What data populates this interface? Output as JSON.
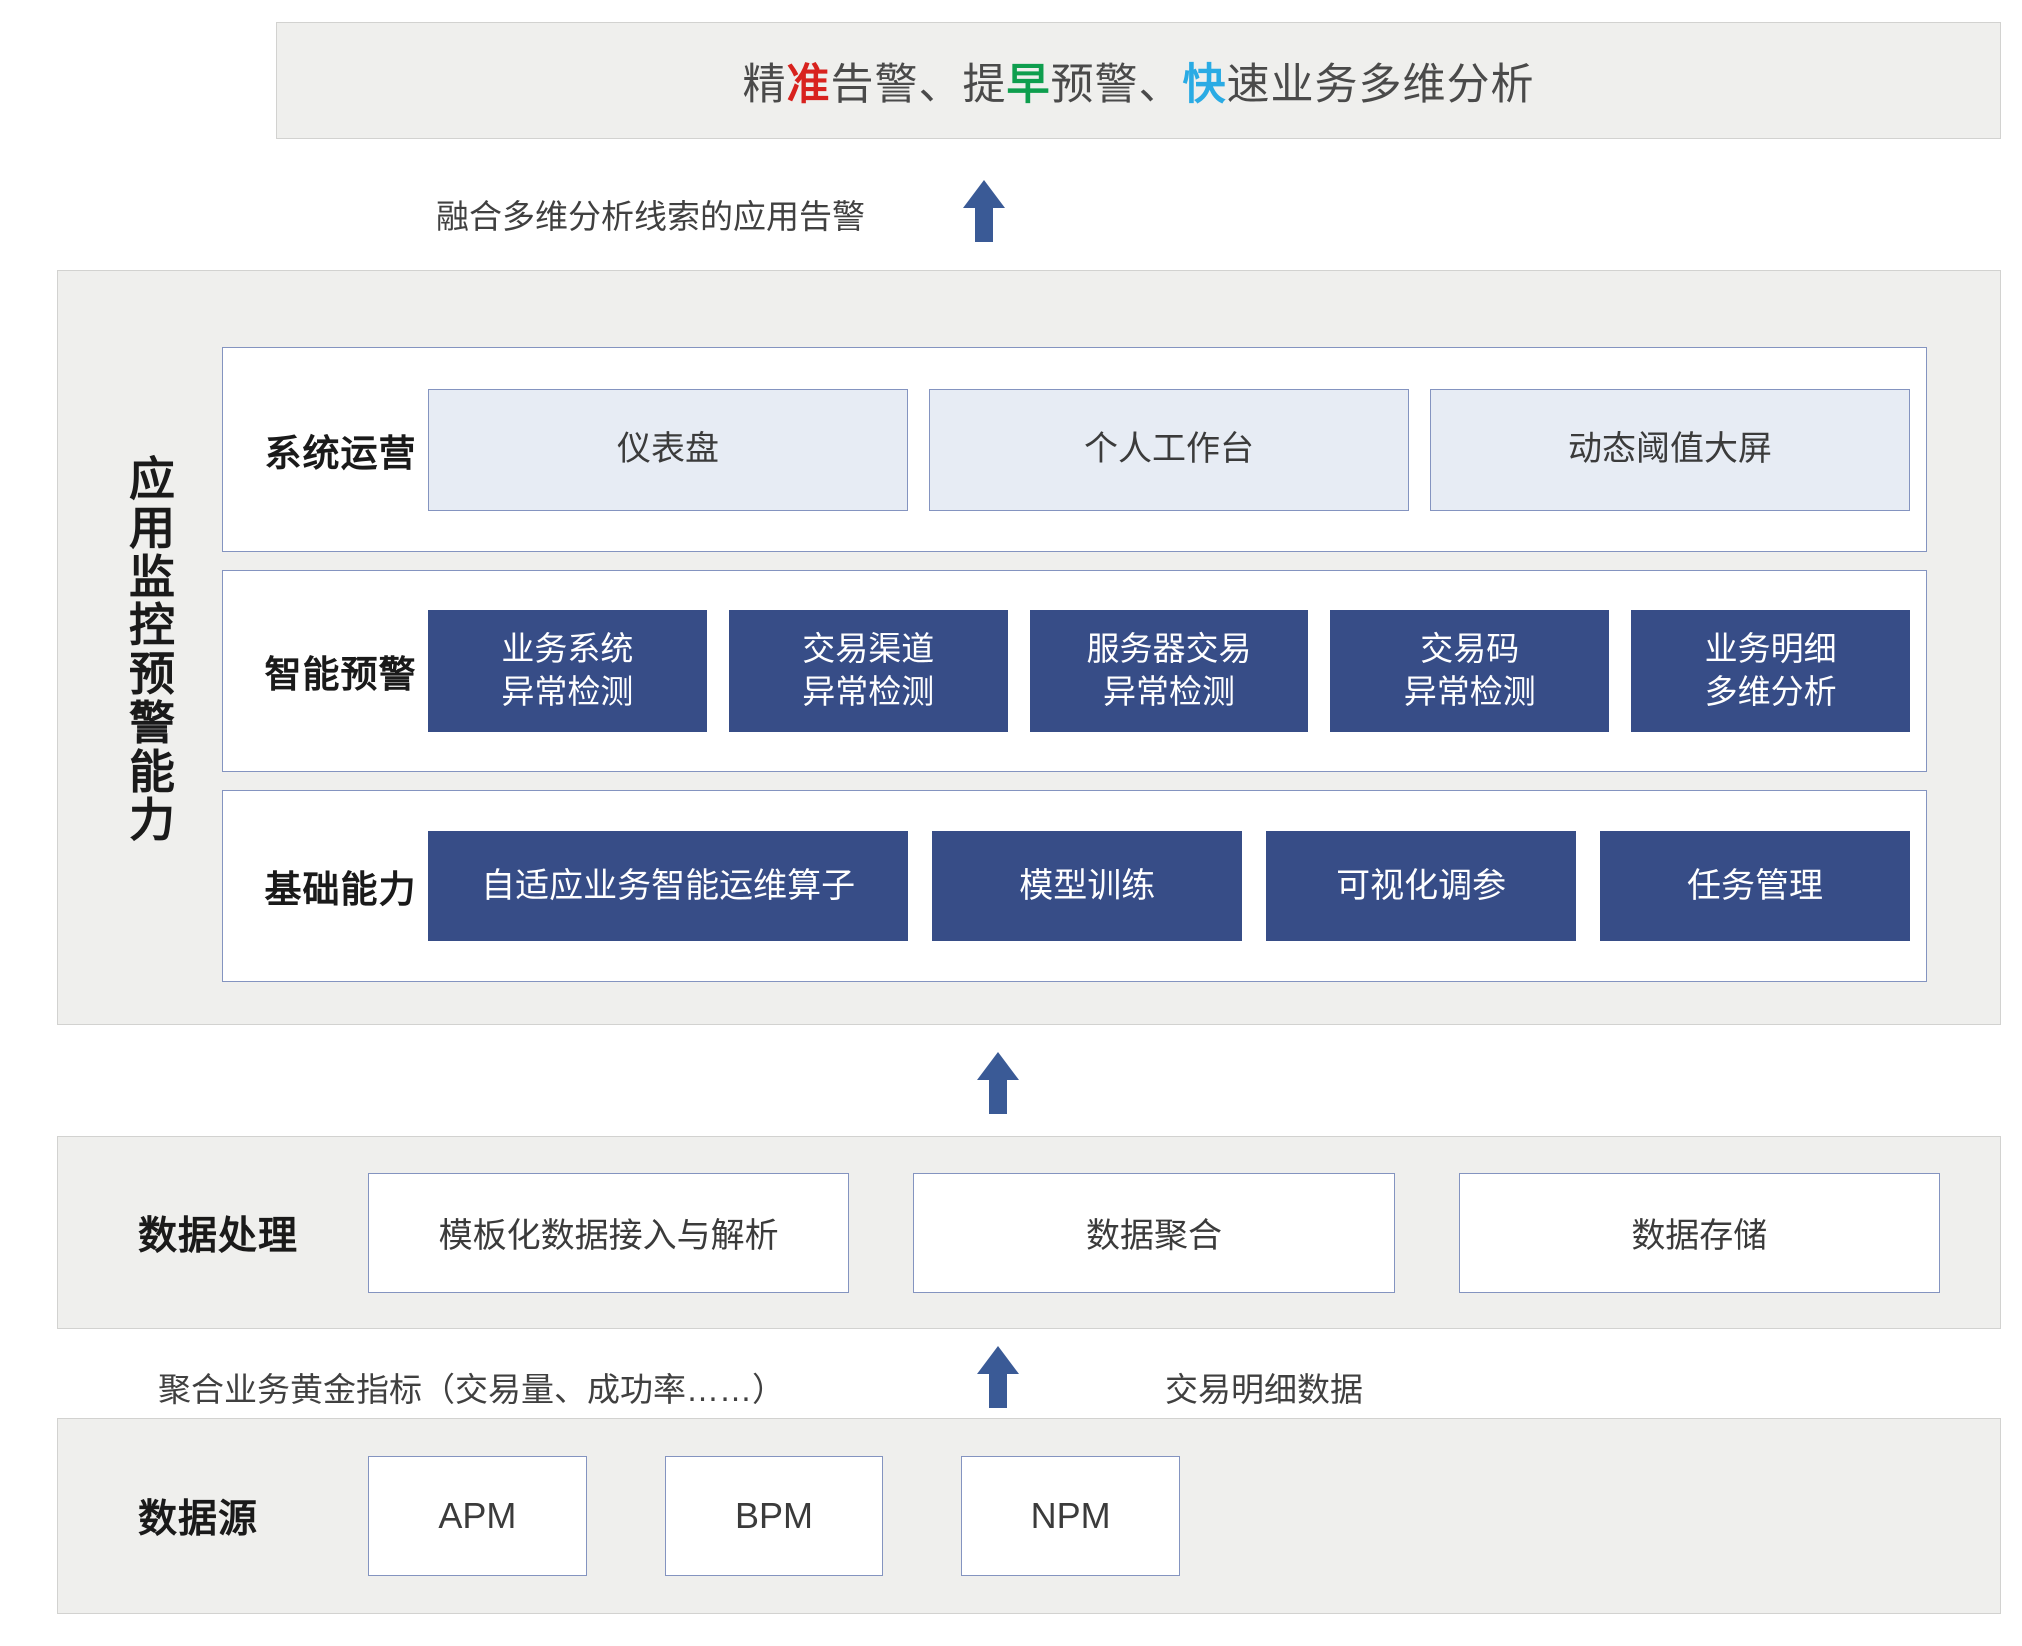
{
  "banner": {
    "segments": [
      {
        "text": "精",
        "style": "normal"
      },
      {
        "text": "准",
        "style": "red"
      },
      {
        "text": "告警、提",
        "style": "normal"
      },
      {
        "text": "早",
        "style": "green"
      },
      {
        "text": "预警、",
        "style": "normal"
      },
      {
        "text": "快",
        "style": "blue"
      },
      {
        "text": "速业务多维分析",
        "style": "normal"
      }
    ],
    "full_text": "精准告警、提早预警、快速业务多维分析"
  },
  "connectors": {
    "top_label": "融合多维分析线索的应用告警",
    "bottom_left_label": "聚合业务黄金指标（交易量、成功率……）",
    "bottom_right_label": "交易明细数据"
  },
  "panel": {
    "side_title": "应用监控预警能力",
    "rows": [
      {
        "label": "系统运营",
        "style": "light",
        "items": [
          "仪表盘",
          "个人工作台",
          "动态阈值大屏"
        ]
      },
      {
        "label": "智能预警",
        "style": "dark",
        "items": [
          "业务系统\n异常检测",
          "交易渠道\n异常检测",
          "服务器交易\n异常检测",
          "交易码\n异常检测",
          "业务明细\n多维分析"
        ]
      },
      {
        "label": "基础能力",
        "style": "dark",
        "items": [
          "自适应业务智能运维算子",
          "模型训练",
          "可视化调参",
          "任务管理"
        ]
      }
    ]
  },
  "bands": [
    {
      "label": "数据处理",
      "items": [
        "模板化数据接入与解析",
        "数据聚合",
        "数据存储"
      ]
    },
    {
      "label": "数据源",
      "items": [
        "APM",
        "BPM",
        "NPM"
      ]
    }
  ],
  "colors": {
    "accent_red": "#d8221e",
    "accent_green": "#0e9e4e",
    "accent_blue": "#2aabe4",
    "dark_box": "#374d87",
    "light_box": "#e7ecf4",
    "box_border": "#8494c0",
    "band_bg": "#efefed",
    "arrow": "#3a5a96"
  }
}
